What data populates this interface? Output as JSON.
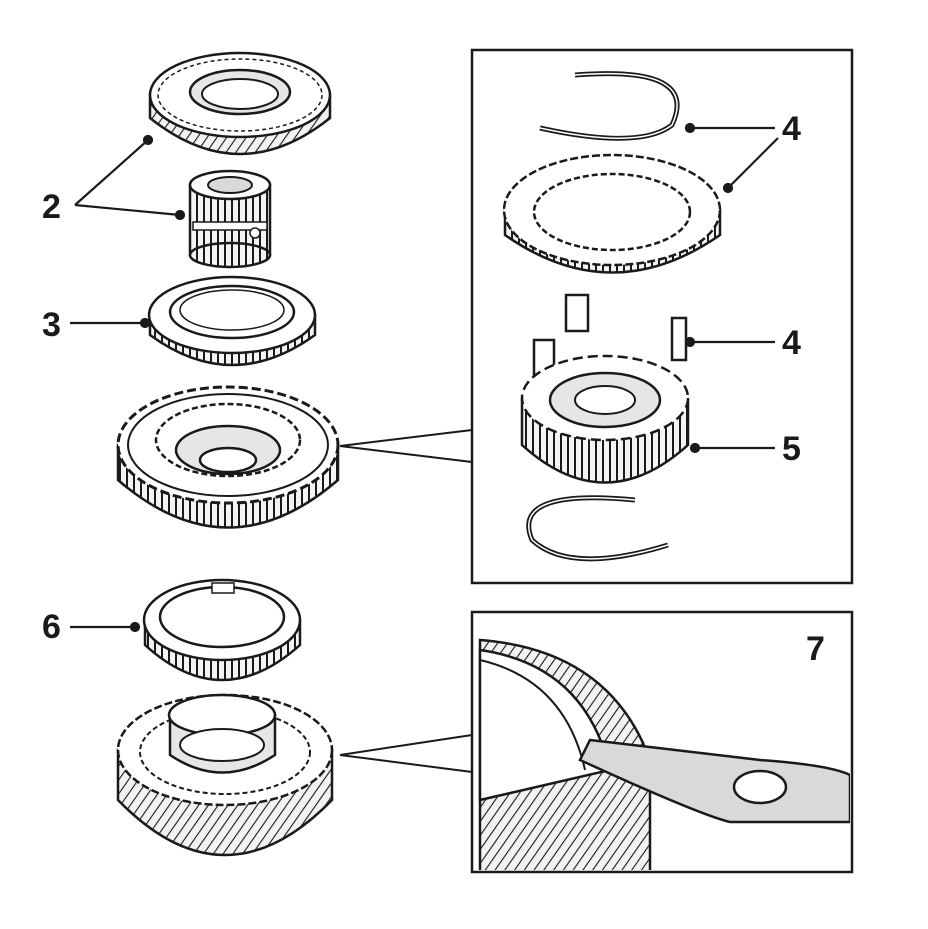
{
  "callouts": {
    "c2": "2",
    "c3": "3",
    "c4a": "4",
    "c4b": "4",
    "c5": "5",
    "c6": "6",
    "c7": "7"
  },
  "colors": {
    "ink": "#1a1a1a",
    "paper": "#ffffff",
    "shade": "#d9d9d9",
    "mid": "#bdbdbd"
  }
}
